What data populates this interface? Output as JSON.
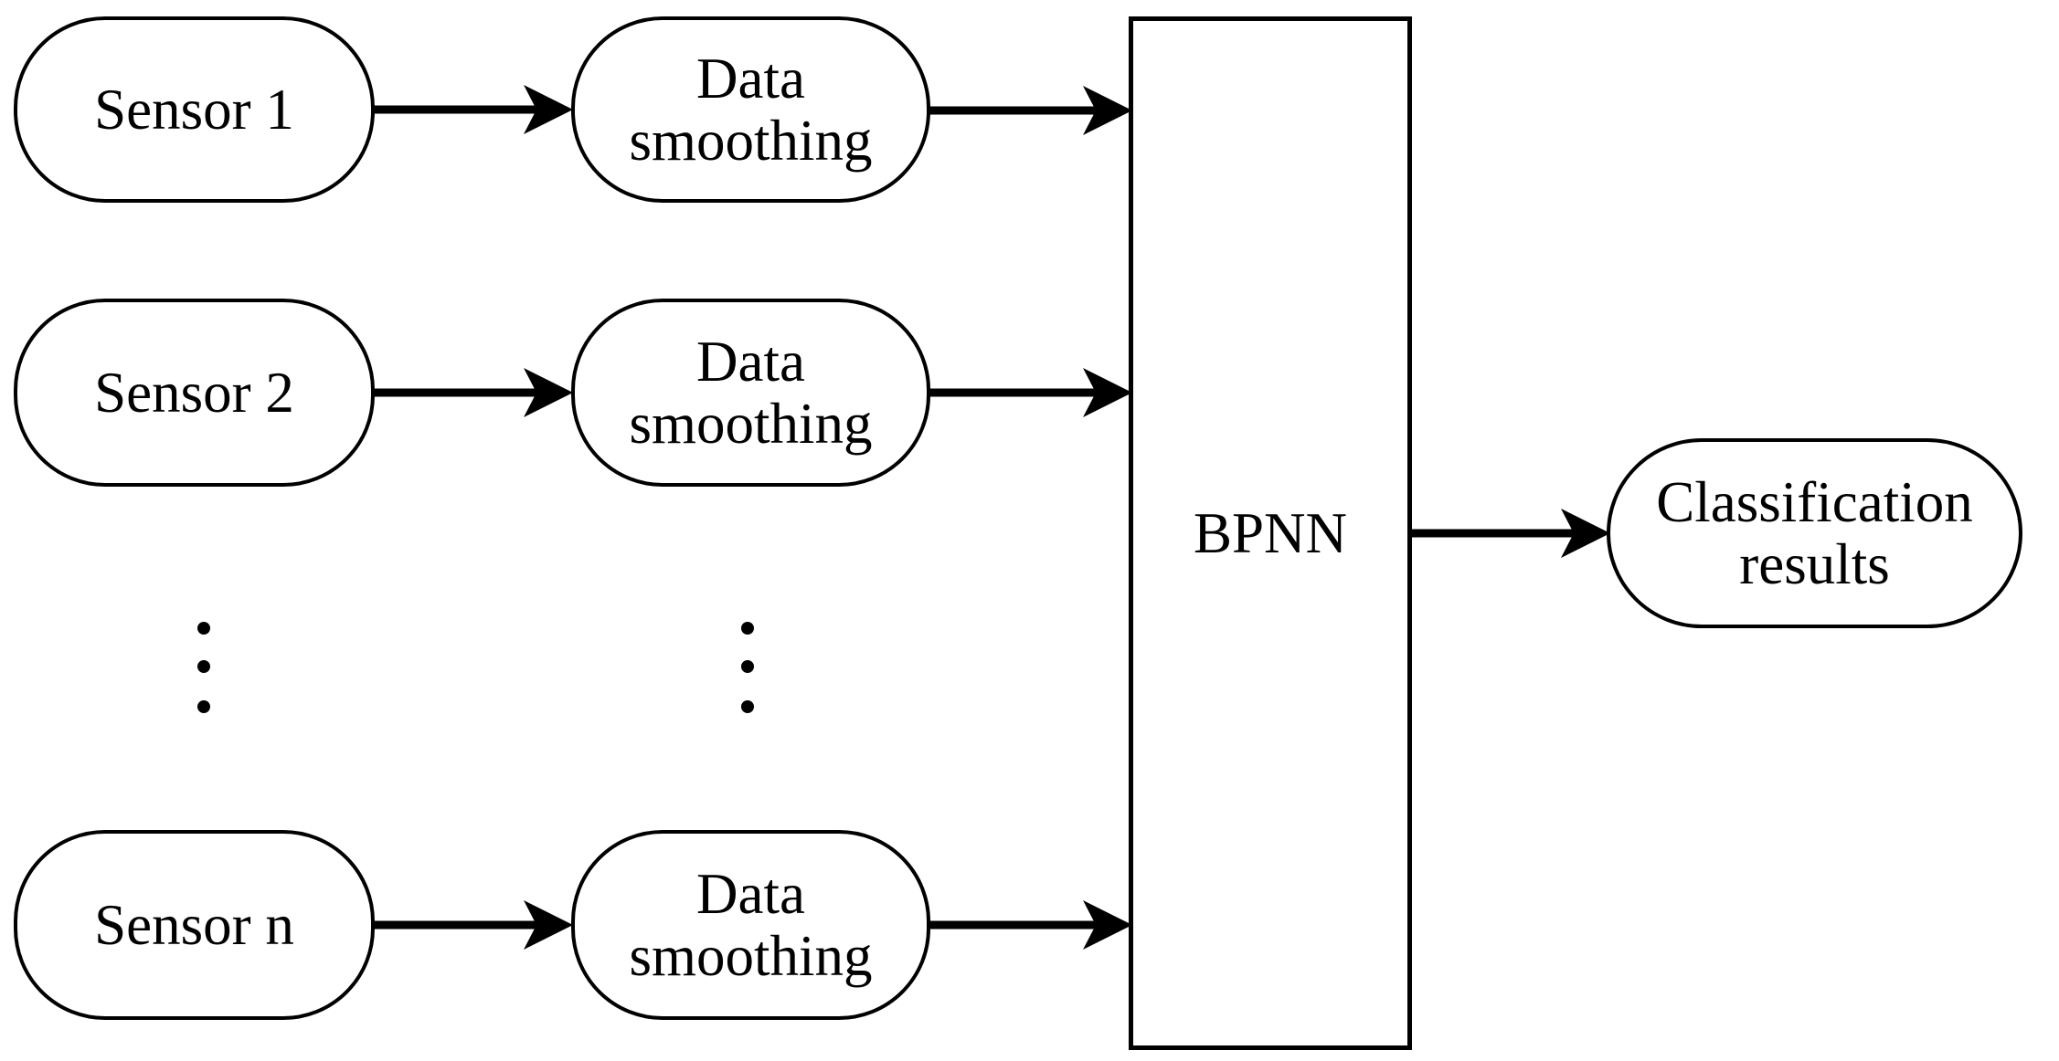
{
  "diagram": {
    "colors": {
      "background": "#ffffff",
      "stroke": "#000000",
      "node_fill": "#ffffff",
      "text": "#000000"
    },
    "nodes": [
      {
        "id": "sensor-1",
        "label": "Sensor 1",
        "shape": "stadium"
      },
      {
        "id": "sensor-2",
        "label": "Sensor 2",
        "shape": "stadium"
      },
      {
        "id": "sensor-n",
        "label": "Sensor n",
        "shape": "stadium"
      },
      {
        "id": "smoothing-1",
        "label": "Data smoothing",
        "shape": "stadium"
      },
      {
        "id": "smoothing-2",
        "label": "Data smoothing",
        "shape": "stadium"
      },
      {
        "id": "smoothing-n",
        "label": "Data smoothing",
        "shape": "stadium"
      },
      {
        "id": "bpnn",
        "label": "BPNN",
        "shape": "rectangle"
      },
      {
        "id": "classification",
        "label": "Classification results",
        "shape": "stadium"
      }
    ],
    "edges": [
      {
        "from": "sensor-1",
        "to": "smoothing-1"
      },
      {
        "from": "sensor-2",
        "to": "smoothing-2"
      },
      {
        "from": "sensor-n",
        "to": "smoothing-n"
      },
      {
        "from": "smoothing-1",
        "to": "bpnn"
      },
      {
        "from": "smoothing-2",
        "to": "bpnn"
      },
      {
        "from": "smoothing-n",
        "to": "bpnn"
      },
      {
        "from": "bpnn",
        "to": "classification"
      }
    ],
    "ellipsis_columns": [
      {
        "under": "sensor column",
        "symbol": "vertical dots"
      },
      {
        "under": "smoothing column",
        "symbol": "vertical dots"
      }
    ]
  }
}
